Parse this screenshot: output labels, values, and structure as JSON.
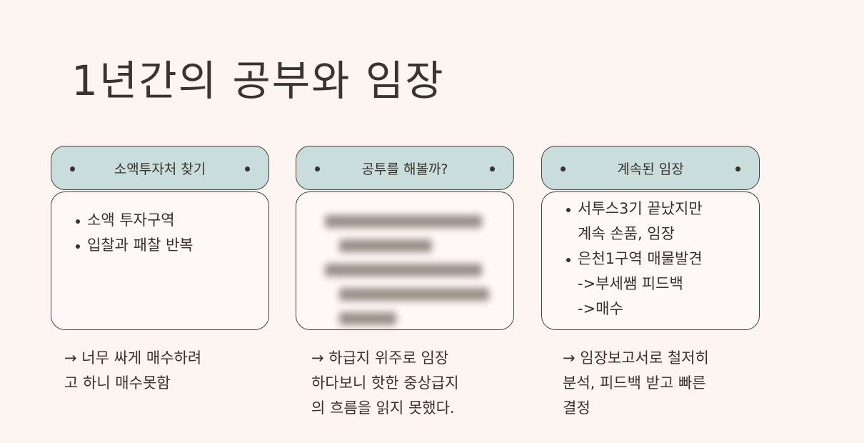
{
  "title": "1년간의 공부와 임장",
  "cards": [
    {
      "header": "소액투자처 찾기",
      "items": [
        "소액 투자구역",
        "입찰과 패찰 반복"
      ],
      "note": [
        "→ 너무 싸게 매수하려",
        "고 하니 매수못함"
      ]
    },
    {
      "header": "공투를 해볼까?",
      "items": [],
      "note": [
        "→ 하급지 위주로 임장",
        "하다보니 핫한 중상급지",
        "의 흐름을 읽지 못했다."
      ]
    },
    {
      "header": "계속된 임장",
      "items": [
        "서투스3기 끝났지만",
        "계속 손품, 임장",
        "은천1구역 매물발견",
        "->부세쌤 피드백",
        "->매수"
      ],
      "note": [
        "→ 임장보고서로 철저히",
        "분석, 피드백 받고 빠른",
        "결정"
      ]
    }
  ]
}
